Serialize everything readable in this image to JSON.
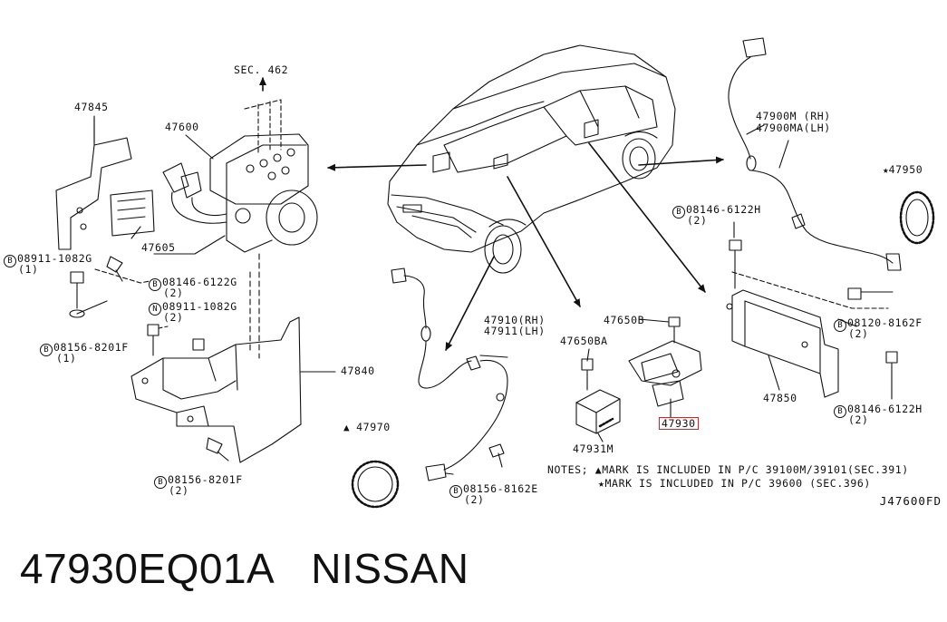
{
  "labels": {
    "sec462": "SEC. 462",
    "p47845": "47845",
    "p47600": "47600",
    "p47605": "47605",
    "b08911_top": "08911-1082G",
    "b08911_top_qty": "(1)",
    "b08146_left": "08146-6122G",
    "b08146_left_qty": "(2)",
    "n08911": "08911-1082G",
    "n08911_qty": "(2)",
    "b08156_a": "08156-8201F",
    "b08156_a_qty": "(1)",
    "p47840": "47840",
    "b08156_b": "08156-8201F",
    "b08156_b_qty": "(2)",
    "p47970": "47970",
    "p47910": "47910(RH)",
    "p47911": "47911(LH)",
    "b08156_c": "08156-8162E",
    "b08156_c_qty": "(2)",
    "p47650B": "47650B",
    "p47650BA": "47650BA",
    "p47931M": "47931M",
    "p47930": "47930",
    "p47900M": "47900M (RH)",
    "p47900MA": "47900MA(LH)",
    "p47950": "47950",
    "b08146_right_top": "08146-6122H",
    "b08146_right_top_qty": "(2)",
    "b08120": "08120-8162F",
    "b08120_qty": "(2)",
    "p47850": "47850",
    "b08146_right_bot": "08146-6122H",
    "b08146_right_bot_qty": "(2)",
    "circle_b": "B",
    "circle_n": "N",
    "triangle_mark": "▲",
    "star_mark": "★"
  },
  "notes": {
    "title": "NOTES;",
    "line1": "▲MARK IS INCLUDED IN P/C 39100M/39101(SEC.391)",
    "line2": "★MARK IS INCLUDED IN P/C 39600 (SEC.396)"
  },
  "diagram_ref": "J47600FD",
  "caption": {
    "part_number": "47930EQ01A",
    "brand": "NISSAN"
  },
  "colors": {
    "line": "#111111",
    "highlight": "#e02020",
    "background": "#ffffff"
  }
}
